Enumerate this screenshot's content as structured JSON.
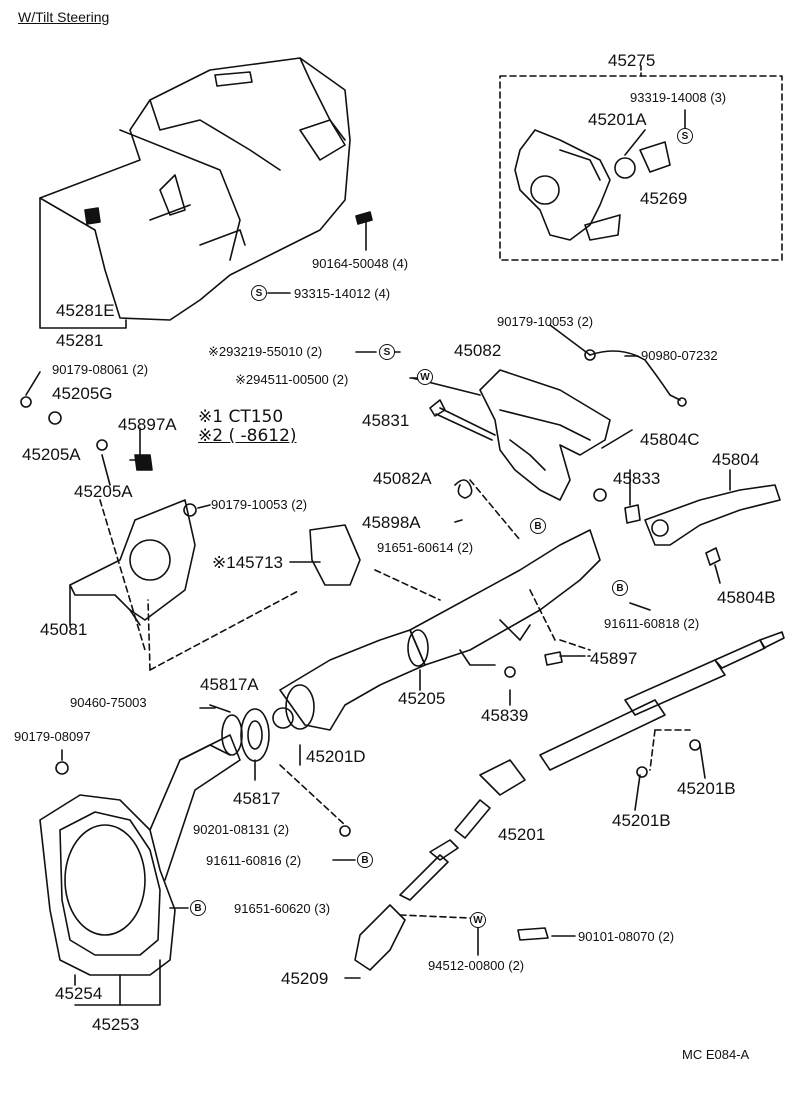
{
  "header": {
    "title": "W/Tilt Steering"
  },
  "footer": {
    "diagram_code": "MC E084-A"
  },
  "symbols": {
    "s": "S",
    "w": "W",
    "b": "B"
  },
  "notes": {
    "line1": "※1 CT150",
    "line2": "※2 (      -8612)"
  },
  "labels": {
    "p45275": "45275",
    "p93319": "93319-14008 (3)",
    "p45201A": "45201A",
    "p45269": "45269",
    "p90164": "90164-50048 (4)",
    "p93315": "93315-14012 (4)",
    "p45281E": "45281E",
    "p45281": "45281",
    "p90179_10053_top": "90179-10053 (2)",
    "p45082": "45082",
    "p90980": "90980-07232",
    "p93219": "※293219-55010 (2)",
    "p94511": "※294511-00500 (2)",
    "p90179_08061": "90179-08061 (2)",
    "p45205G": "45205G",
    "p45205A_1": "45205A",
    "p45897A": "45897A",
    "p45205A_2": "45205A",
    "p45831": "45831",
    "p45804C": "45804C",
    "p45804": "45804",
    "p45082A": "45082A",
    "p45833": "45833",
    "p90179_10053_mid": "90179-10053 (2)",
    "p45898A": "45898A",
    "p91651_60614": "91651-60614 (2)",
    "p45713": "※145713",
    "p45804B": "45804B",
    "p45081": "45081",
    "p91611_60818": "91611-60818 (2)",
    "p45897": "45897",
    "p45817A": "45817A",
    "p90460": "90460-75003",
    "p45205": "45205",
    "p45839": "45839",
    "p90179_08097": "90179-08097",
    "p45201D": "45201D",
    "p45817": "45817",
    "p45201B_1": "45201B",
    "p90201": "90201-08131 (2)",
    "p45201": "45201",
    "p45201B_2": "45201B",
    "p91611_60816": "91611-60816 (2)",
    "p91651_60620": "91651-60620 (3)",
    "p90101": "90101-08070 (2)",
    "p94512": "94512-00800 (2)",
    "p45209": "45209",
    "p45254": "45254",
    "p45253": "45253"
  }
}
